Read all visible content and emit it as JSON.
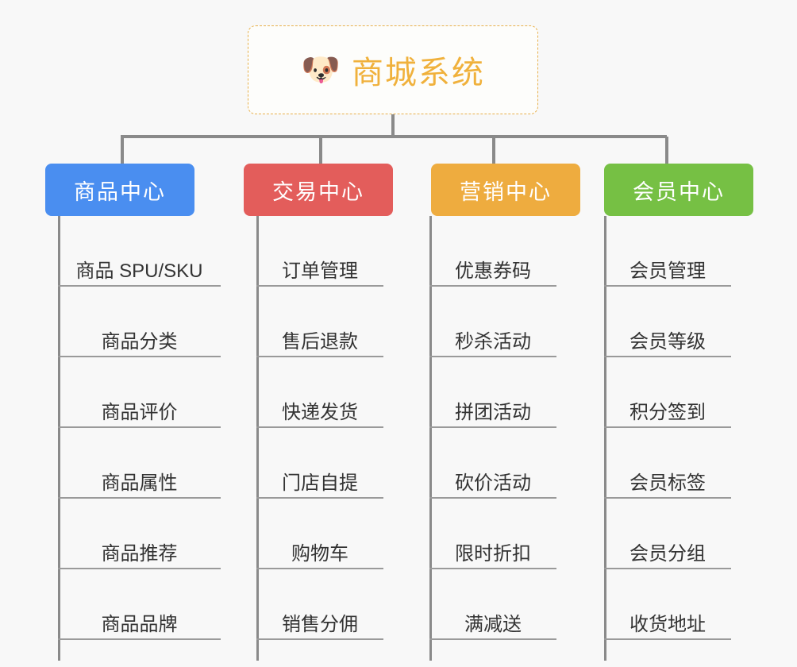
{
  "canvas": {
    "background": "#f8f8f8",
    "connector_color": "#8a8a8a",
    "leaf_rule_color": "#9a9a9a"
  },
  "root": {
    "icon": "shiba-dog-face-emoji",
    "emoji": "🐶",
    "title": "商城系统",
    "text_color": "#f0b13c",
    "border_color": "#e8b04b"
  },
  "branches": [
    {
      "title": "商品中心",
      "color": "#4a8ef0",
      "leaves": [
        "商品 SPU/SKU",
        "商品分类",
        "商品评价",
        "商品属性",
        "商品推荐",
        "商品品牌"
      ]
    },
    {
      "title": "交易中心",
      "color": "#e35d5b",
      "leaves": [
        "订单管理",
        "售后退款",
        "快递发货",
        "门店自提",
        "购物车",
        "销售分佣"
      ]
    },
    {
      "title": "营销中心",
      "color": "#eeac3f",
      "leaves": [
        "优惠券码",
        "秒杀活动",
        "拼团活动",
        "砍价活动",
        "限时折扣",
        "满减送"
      ]
    },
    {
      "title": "会员中心",
      "color": "#76c044",
      "leaves": [
        "会员管理",
        "会员等级",
        "积分签到",
        "会员标签",
        "会员分组",
        "收货地址"
      ]
    }
  ]
}
